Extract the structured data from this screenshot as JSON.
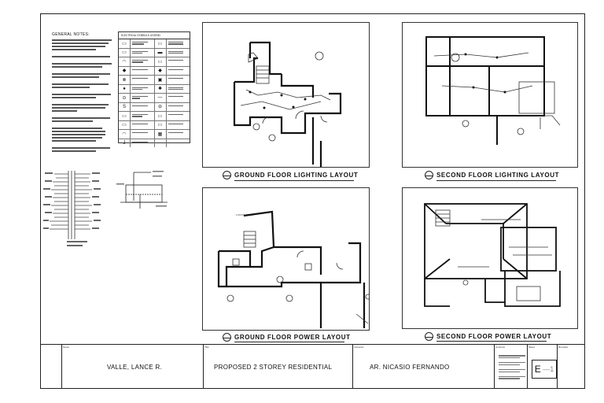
{
  "notes": {
    "title": "GENERAL NOTES:"
  },
  "legend": {
    "title": "ELECTRICAL SYMBOLS LEGEND"
  },
  "plans": {
    "ground_lighting": "GROUND FLOOR LIGHTING LAYOUT",
    "second_lighting": "SECOND FLOOR LIGHTING LAYOUT",
    "ground_power": "GROUND FLOOR POWER LAYOUT",
    "second_power": "SECOND FLOOR POWER LAYOUT"
  },
  "room_labels": {
    "living_area": "LIVING AREA"
  },
  "title_block": {
    "name_label": "Name",
    "name": "VALLE, LANCE R.",
    "project_label": "Title",
    "project": "PROPOSED 2 STOREY RESIDENTIAL",
    "instructor_label": "Instructor",
    "instructor": "AR. NICASIO FERNANDO",
    "contents_label": "Contents",
    "sheet_label": "Sheet",
    "remarks_label": "Remarks",
    "sheet_prefix": "E",
    "sheet_number": "1"
  }
}
